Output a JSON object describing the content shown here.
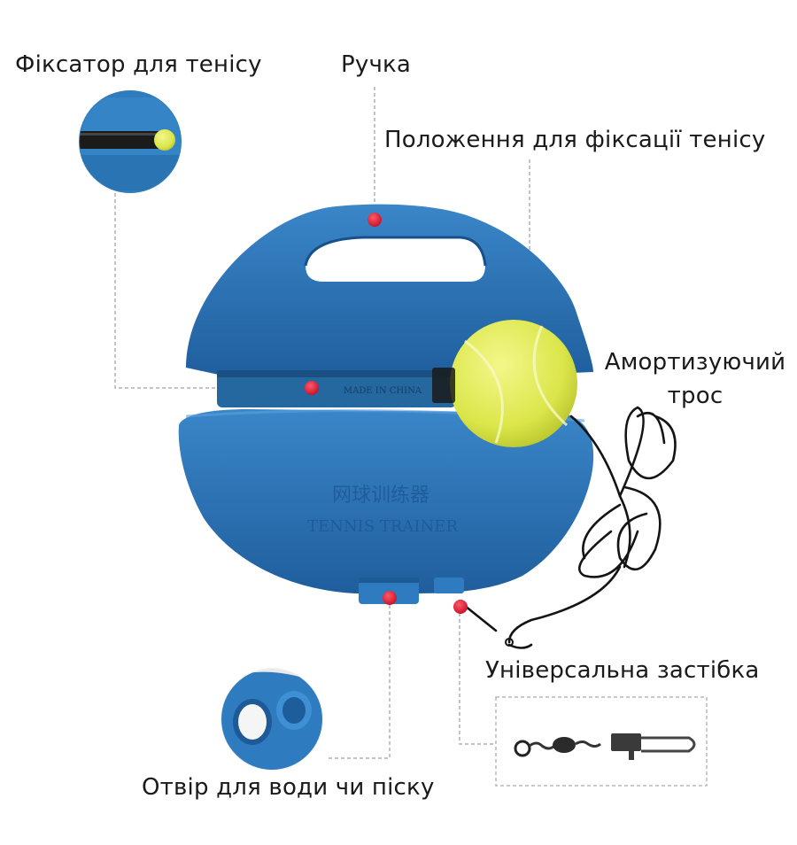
{
  "labels": {
    "tennis_holder": "Фіксатор для тенісу",
    "handle": "Ручка",
    "ball_position": "Положення для фіксації тенісу",
    "elastic_cord_line1": "Амортизуючий",
    "elastic_cord_line2": "трос",
    "universal_clasp": "Універсальна застібка",
    "water_sand_hole": "Отвір для води чи піску"
  },
  "product_text": {
    "embossed_cn": "网球训练器",
    "embossed_en": "TENNIS TRAINER",
    "made_in": "MADE IN CHINA"
  },
  "colors": {
    "base_blue": "#2a72b5",
    "base_blue_dark": "#1d5a96",
    "ball_yellow": "#e4ee5a",
    "marker_red": "#d8152e",
    "leader_line": "#b0b0b0",
    "cord": "#141414"
  }
}
